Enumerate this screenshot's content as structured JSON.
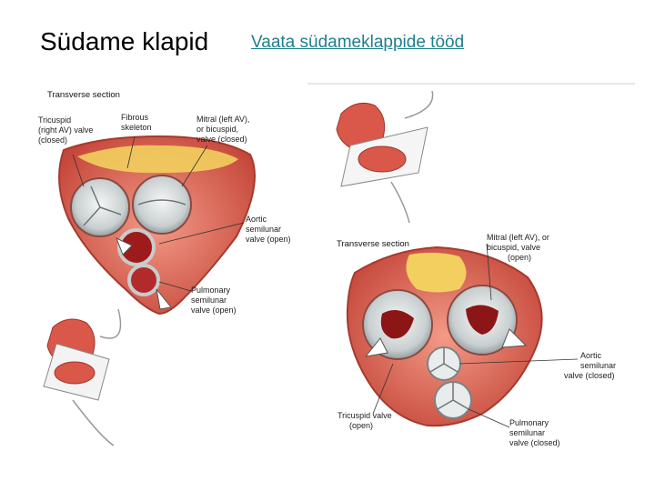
{
  "slide": {
    "title": "Südame klapid",
    "link_text": "Vaata südameklappide tööd"
  },
  "left_diagram": {
    "section_label": "Transverse section",
    "labels": {
      "tricuspid": [
        "Tricuspid",
        "(right AV) valve",
        "(closed)"
      ],
      "fibrous": [
        "Fibrous",
        "skeleton"
      ],
      "mitral": [
        "Mitral (left AV),",
        "or bicuspid,",
        "valve (closed)"
      ],
      "aortic": [
        "Aortic",
        "semilunar",
        "valve (open)"
      ],
      "pulmonary": [
        "Pulmonary",
        "semilunar",
        "valve (open)"
      ]
    }
  },
  "right_diagram": {
    "section_label": "Transverse section",
    "labels": {
      "mitral": [
        "Mitral (left AV), or",
        "bicuspid, valve",
        "(open)"
      ],
      "aortic": [
        "Aortic",
        "semilunar",
        "valve (closed)"
      ],
      "tricuspid": [
        "Tricuspid valve",
        "(open)"
      ],
      "pulmonary": [
        "Pulmonary",
        "semilunar",
        "valve (closed)"
      ]
    }
  }
}
